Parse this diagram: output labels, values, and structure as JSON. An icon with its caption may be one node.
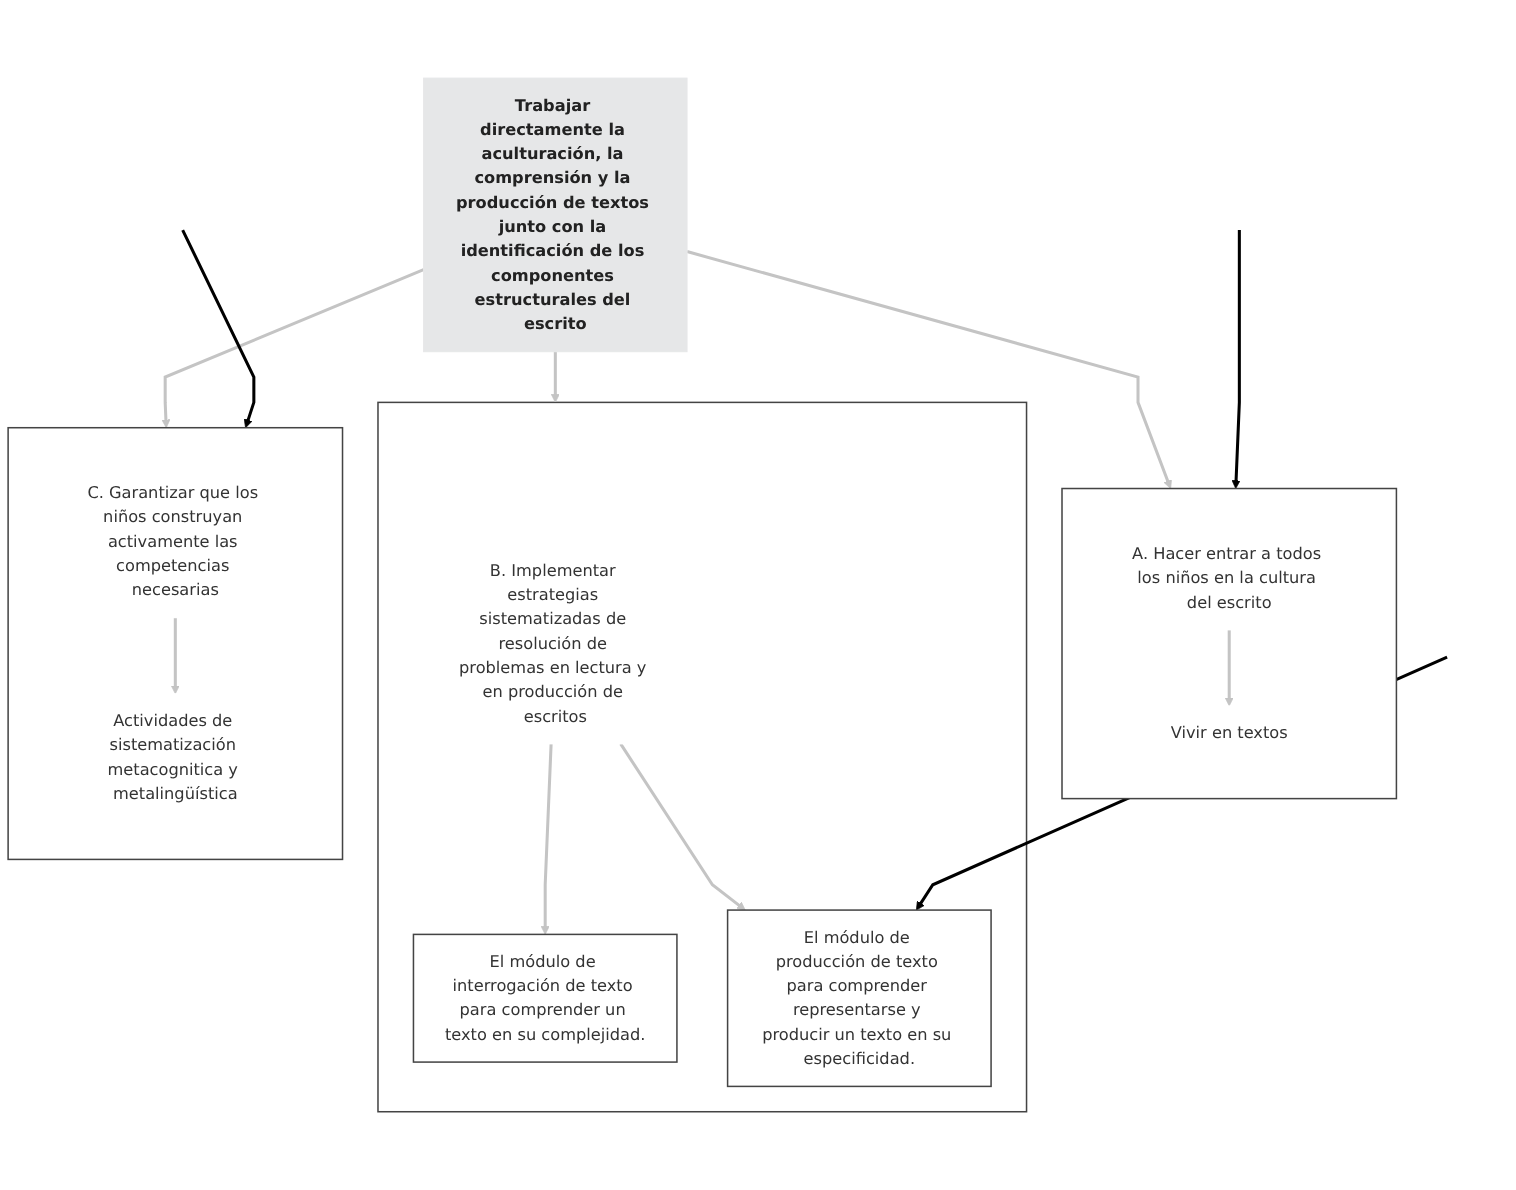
{
  "diagram": {
    "nodes": [
      {
        "text": [
          "Trabajar directamente la aculturación, la comprensión y la producción de textos junto con la identificación de los componentes estructurales del escrito"
        ]
      },
      {
        "text": [],
        "shape": "box"
      },
      {
        "text": [
          "A. Hacer entrar a todos los niños en la cultura del escrito"
        ],
        "in": 1
      },
      {
        "text": [
          "Vivir en textos"
        ],
        "in": 1
      },
      {
        "text": [],
        "shape": "box"
      },
      {
        "text": [
          "B. Implementar estrategias sistematizadas de resolución de problemas en lectura y en producción de escritos"
        ],
        "in": 4
      },
      {
        "text": [
          "El módulo de interrogación de texto para comprender un texto en su complejidad."
        ],
        "in": 4
      },
      {
        "text": [
          "El módulo de producción de texto para comprender representarse y producir un texto en su especificidad."
        ],
        "in": 4
      },
      {
        "text": [],
        "shape": "box"
      },
      {
        "text": [
          "C. Garantizar que los niños construyan activamente las competencias necesarias"
        ],
        "in": 8
      },
      {
        "text": [
          "Actividades de sistematización metacognitica y metalingüística"
        ],
        "in": 8
      }
    ],
    "edges": [
      {
        "from": 0,
        "to": 1,
        "arrow": "to"
      },
      {
        "from": 0,
        "to": 4,
        "arrow": "to"
      },
      {
        "from": 0,
        "to": 8,
        "arrow": "to"
      },
      {
        "from": 2,
        "to": 3,
        "arrow": "to"
      },
      {
        "from": 5,
        "to": 6,
        "arrow": "to"
      },
      {
        "from": 5,
        "to": 7,
        "arrow": "to"
      },
      {
        "from": 9,
        "to": 10,
        "arrow": "to"
      },
      {
        "from": null,
        "to": 1,
        "arrow": "to",
        "color": "#000000"
      },
      {
        "from": null,
        "to": 7,
        "arrow": "to",
        "color": "#000000"
      },
      {
        "from": null,
        "to": 8,
        "arrow": "to",
        "color": "#000000"
      }
    ]
  }
}
